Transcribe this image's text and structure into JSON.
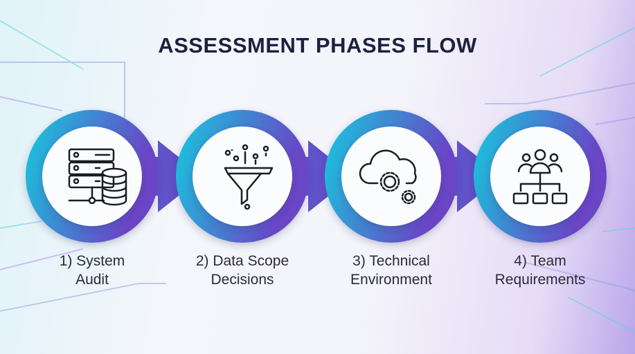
{
  "title": "ASSESSMENT PHASES FLOW",
  "colors": {
    "ring_start": "#1cc0dc",
    "ring_end": "#6a44c6",
    "title": "#1c2140"
  },
  "phases": [
    {
      "icon": "server-database-icon",
      "line1": "1) System",
      "line2": "Audit"
    },
    {
      "icon": "funnel-filter-icon",
      "line1": "2) Data Scope",
      "line2": "Decisions"
    },
    {
      "icon": "cloud-gears-icon",
      "line1": "3) Technical",
      "line2": "Environment"
    },
    {
      "icon": "team-hierarchy-icon",
      "line1": "4) Team",
      "line2": "Requirements"
    }
  ]
}
